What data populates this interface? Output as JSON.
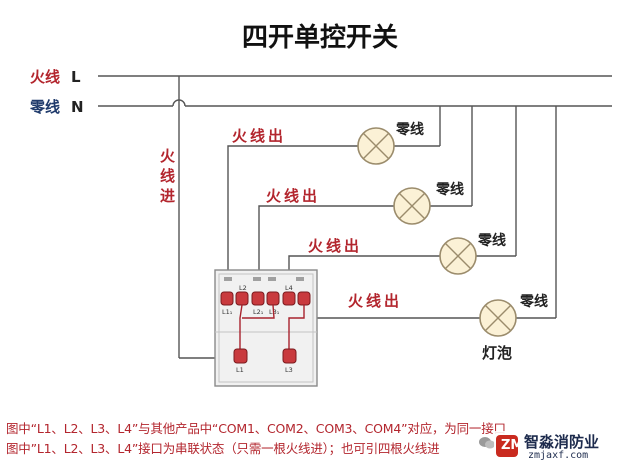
{
  "title": "四开单控开关",
  "lines": {
    "live": {
      "name": "火线",
      "letter": "L"
    },
    "neutral": {
      "name": "零线",
      "letter": "N"
    },
    "live_in": [
      "火",
      "线",
      "进"
    ]
  },
  "circuits": [
    {
      "out_label": "火线出",
      "neutral_label": "零线"
    },
    {
      "out_label": "火线出",
      "neutral_label": "零线"
    },
    {
      "out_label": "火线出",
      "neutral_label": "零线"
    },
    {
      "out_label": "火线出",
      "neutral_label": "零线"
    }
  ],
  "bulb_label": "灯泡",
  "switch": {
    "top_terminals": [
      "L2",
      "L4"
    ],
    "top_sub": [
      "L1₁",
      "L2₁",
      "L3₁"
    ],
    "bottom_terminals": [
      "L1",
      "L3"
    ]
  },
  "caption": {
    "line1": "图中“L1、L2、L3、L4”与其他产品中“COM1、COM2、COM3、COM4”对应，为同一接口",
    "line2": "图中”L1、L2、L3、L4”接口为串联状态（只需一根火线进）；也可引四根火线进"
  },
  "watermark": {
    "name": "智淼消防业",
    "url": "zmjaxf.com"
  },
  "colors": {
    "live_label": "#b3262e",
    "neutral_label": "#1f3a6b",
    "wire": "#555555",
    "wire_red": "#a8232d",
    "terminal": "#c93a3e",
    "bulb_fill": "#fbf1d6",
    "bulb_stroke": "#9b8c6c"
  },
  "icons": [
    "wechat-icon",
    "zm-logo-icon"
  ]
}
